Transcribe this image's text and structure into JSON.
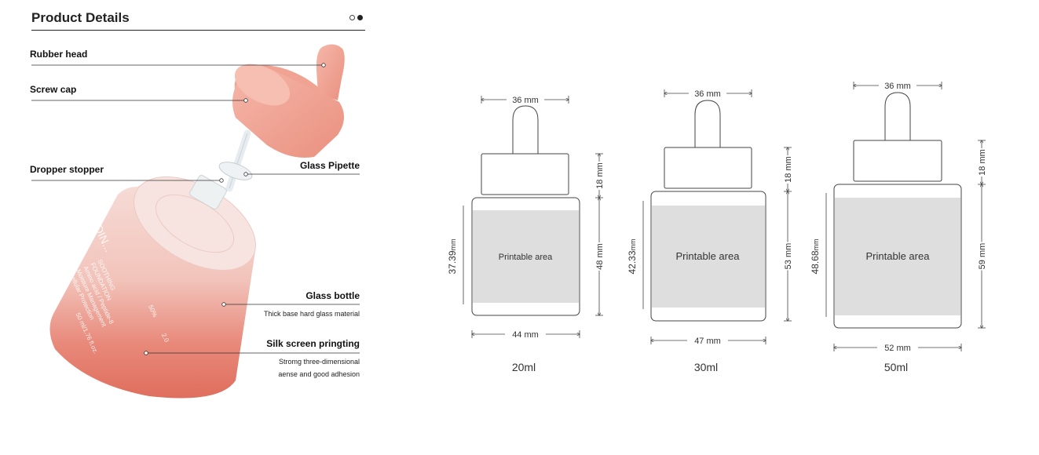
{
  "header": {
    "title": "Product Details",
    "pager": [
      "inactive",
      "active"
    ]
  },
  "parts": {
    "rubber_head": "Rubber head",
    "screw_cap": "Screw cap",
    "dropper_stopper": "Dropper stopper",
    "glass_pipette": "Glass Pipette",
    "glass_bottle": "Glass bottle",
    "glass_bottle_desc": "Thick base hard glass material",
    "silk_screen": "Silk screen pringting",
    "silk_screen_desc_1": "Stromg three-dimensional",
    "silk_screen_desc_2": "aense and good adhesion"
  },
  "bottle_print": [
    "DIN...",
    "SOOTHING",
    "FOUNDATION",
    "Amino acid / Peptide-8",
    "Moisture Management",
    "Cellular Protection",
    "50 ml/1.76 fl.oz.",
    "50%",
    "2.0"
  ],
  "colors": {
    "accent": "#e2786a",
    "cap": "#f1a99b",
    "printable_area": "#dedede",
    "dimension_line": "#555555"
  },
  "sizes": [
    {
      "capacity": "20ml",
      "width_top": "36 mm",
      "cap_height": "18 mm",
      "body_height": "48 mm",
      "print_height_label": "37.39",
      "print_height_unit": "mm",
      "width_bottom": "44 mm",
      "printable_label": "Printable area"
    },
    {
      "capacity": "30ml",
      "width_top": "36 mm",
      "cap_height": "18 mm",
      "body_height": "53 mm",
      "print_height_label": "42.33",
      "print_height_unit": "mm",
      "width_bottom": "47 mm",
      "printable_label": "Printable area"
    },
    {
      "capacity": "50ml",
      "width_top": "36 mm",
      "cap_height": "18 mm",
      "body_height": "59 mm",
      "print_height_label": "48.68",
      "print_height_unit": "mm",
      "width_bottom": "52 mm",
      "printable_label": "Printable area"
    }
  ]
}
